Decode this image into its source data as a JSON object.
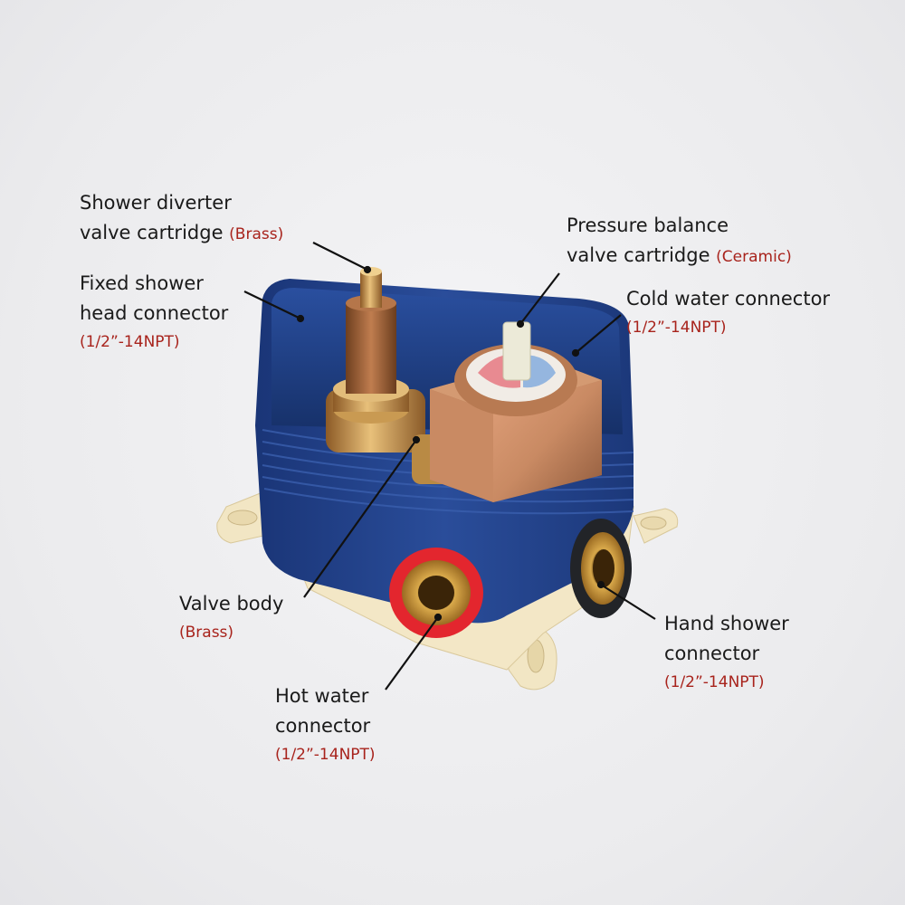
{
  "labels": {
    "diverter": {
      "line1": "Shower diverter",
      "line2": "valve cartridge",
      "material": "(Brass)"
    },
    "fixed_head": {
      "line1": "Fixed shower",
      "line2": "head connector",
      "spec": "(1/2”-14NPT)"
    },
    "pressure": {
      "line1": "Pressure balance",
      "line2": "valve cartridge",
      "material": "(Ceramic)"
    },
    "cold": {
      "line1": "Cold water connector",
      "spec": "(1/2”-14NPT)"
    },
    "valve_body": {
      "line1": "Valve body",
      "material": "(Brass)"
    },
    "hand_shower": {
      "line1": "Hand shower",
      "line2": "connector",
      "spec": "(1/2”-14NPT)"
    },
    "hot": {
      "line1": "Hot water",
      "line2": "connector",
      "spec": "(1/2”-14NPT)"
    }
  },
  "colors": {
    "label_text": "#1a1a1a",
    "spec_text": "#a8231c",
    "box_blue": "#1f3f86",
    "base_cream": "#f0e2b8",
    "brass": "#c08a4a",
    "rose_gold": "#c98a63"
  }
}
